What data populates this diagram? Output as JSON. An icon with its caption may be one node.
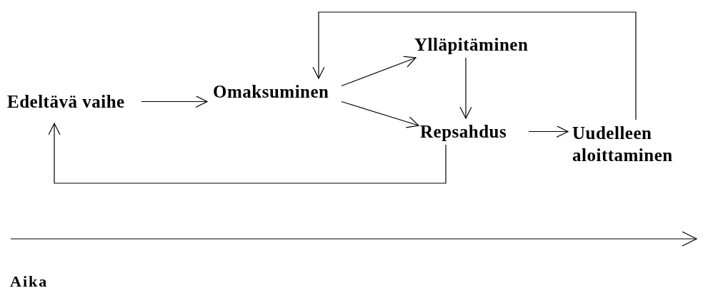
{
  "diagram": {
    "nodes": [
      {
        "text": [
          "Edeltävä vaihe"
        ]
      },
      {
        "text": [
          "Omaksuminen"
        ]
      },
      {
        "text": [
          "Ylläpitäminen"
        ]
      },
      {
        "text": [
          "Repsahdus"
        ]
      },
      {
        "text": [
          "Uudelleen aloittaminen"
        ]
      }
    ],
    "edges": [
      {
        "from": 0,
        "to": 1,
        "arrow": "to"
      },
      {
        "from": 1,
        "to": 2,
        "arrow": "to"
      },
      {
        "from": 1,
        "to": 3,
        "arrow": "to"
      },
      {
        "from": 2,
        "to": 3,
        "arrow": "to"
      },
      {
        "from": 3,
        "to": 4,
        "arrow": "to"
      },
      {
        "from": 4,
        "to": 1,
        "arrow": "to"
      },
      {
        "from": 3,
        "to": 0,
        "arrow": "to"
      }
    ],
    "labels": [
      "Aika"
    ]
  }
}
